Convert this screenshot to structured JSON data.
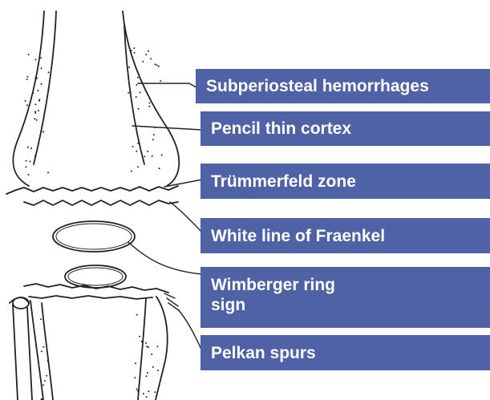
{
  "labels": [
    {
      "id": "subperiosteal",
      "text": "Subperiosteal hemorrhages"
    },
    {
      "id": "pencil-cortex",
      "text": "Pencil thin cortex"
    },
    {
      "id": "trummerfeld",
      "text": "Trümmerfeld zone"
    },
    {
      "id": "fraenkel",
      "text": "White line of Fraenkel"
    },
    {
      "id": "wimberger",
      "text": "Wimberger ring sign"
    },
    {
      "id": "pelkan",
      "text": "Pelkan spurs"
    }
  ],
  "colors": {
    "label_bg": "#4f62a6",
    "label_text": "#ffffff",
    "ink": "#222222"
  }
}
